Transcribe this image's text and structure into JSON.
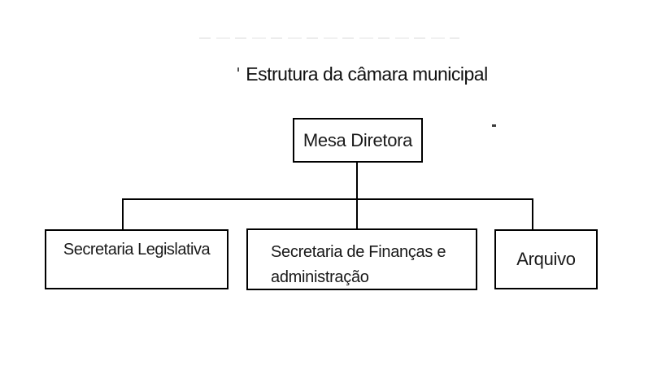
{
  "diagram": {
    "title": "Estrutura da câmara municipal",
    "colors": {
      "line": "#000000",
      "text": "#1a1a1a",
      "background": "#ffffff"
    },
    "nodes": {
      "root": {
        "label": "Mesa Diretora"
      },
      "children": [
        {
          "label": "Secretaria Legislativa"
        },
        {
          "label_lines": [
            "Secretaria de Finanças e",
            "administração"
          ]
        },
        {
          "label": "Arquivo"
        }
      ]
    }
  }
}
